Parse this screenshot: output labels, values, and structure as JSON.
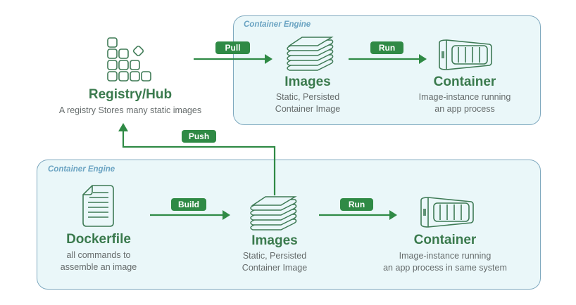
{
  "colors": {
    "accent_green": "#2f8a45",
    "title_green": "#3a7a4d",
    "icon_stroke": "#3e7a55",
    "engine_fill": "#eaf7f9",
    "engine_border": "#7fa9bf",
    "engine_label": "#6aa3c2",
    "desc_text": "#666c6c"
  },
  "registry": {
    "icon": "registry-grid-icon",
    "title": "Registry/Hub",
    "description": "A registry Stores many static images"
  },
  "top_engine": {
    "label": "Container Engine",
    "images": {
      "icon": "image-stack-icon",
      "title": "Images",
      "description_lines": [
        "Static, Persisted",
        "Container Image"
      ]
    },
    "container": {
      "icon": "container-icon",
      "title": "Container",
      "description_lines": [
        "Image-instance running",
        "an app process"
      ]
    }
  },
  "bottom_engine": {
    "label": "Container Engine",
    "dockerfile": {
      "icon": "document-icon",
      "title": "Dockerfile",
      "description_lines": [
        "all commands to",
        "assemble an image"
      ]
    },
    "images": {
      "icon": "image-stack-icon",
      "title": "Images",
      "description_lines": [
        "Static, Persisted",
        "Container Image"
      ]
    },
    "container": {
      "icon": "container-icon",
      "title": "Container",
      "description_lines": [
        "Image-instance running",
        "an app process in same system"
      ]
    }
  },
  "edges": {
    "pull": "Pull",
    "run_top": "Run",
    "push": "Push",
    "build": "Build",
    "run_bottom": "Run"
  }
}
